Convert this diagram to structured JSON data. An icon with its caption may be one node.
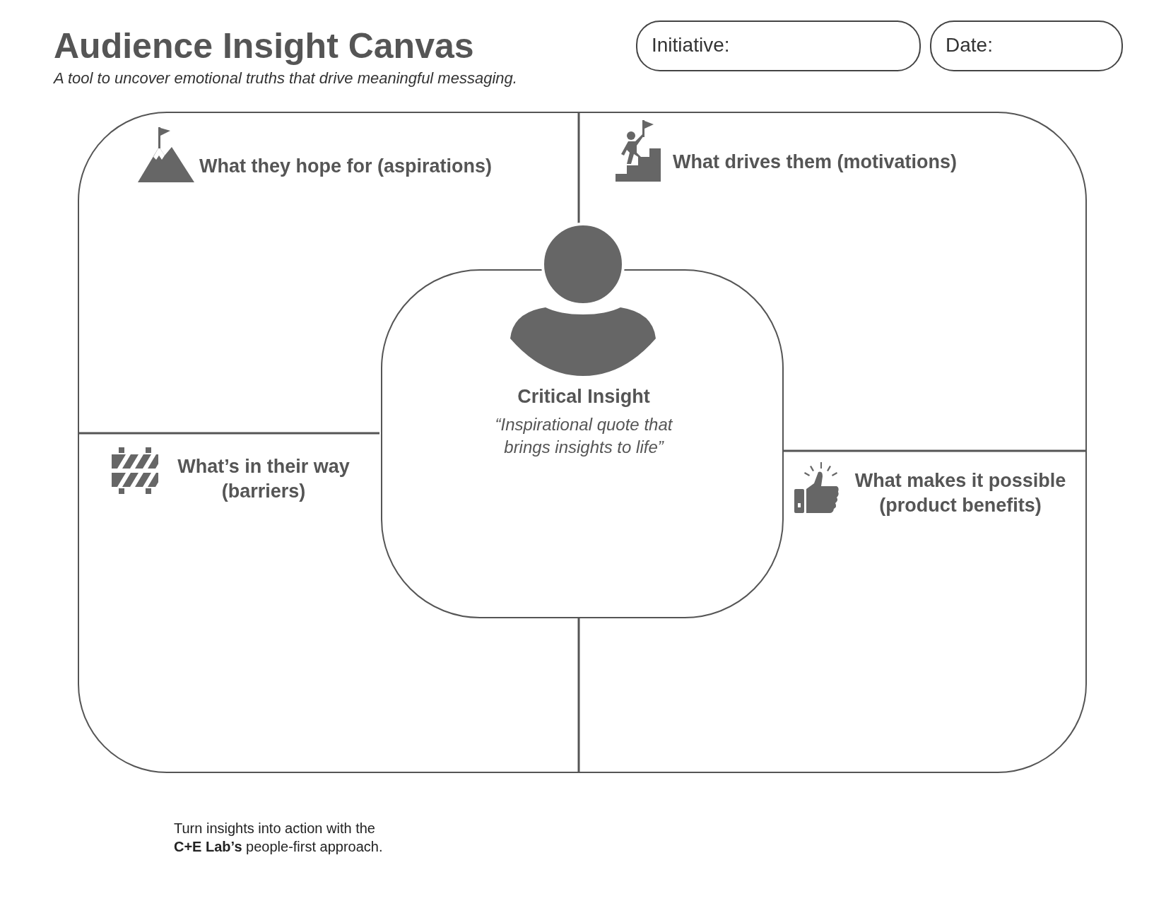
{
  "diagram": {
    "title": "Audience Insight Canvas",
    "nodes": [
      {
        "text": [
          "Initiative:"
        ]
      },
      {
        "text": [
          "Date:"
        ]
      },
      {
        "text": [],
        "shape": "box"
      },
      {
        "text": [
          "What they hope for (aspirations)"
        ],
        "in": 2
      },
      {
        "text": [
          "What drives them (motivations)"
        ],
        "in": 2
      },
      {
        "text": [
          "What’s in their way (barriers)"
        ],
        "in": 2
      },
      {
        "text": [
          "What makes it possible (product benefits)"
        ],
        "in": 2
      },
      {
        "text": [
          "Critical Insight",
          "“Inspirational quote that brings insights to life”"
        ],
        "in": 2
      }
    ],
    "edges": [],
    "labels": [
      "A tool to uncover emotional truths that drive meaningful messaging.",
      "Turn insights into action with the **C+E Lab’s** people-first approach."
    ]
  }
}
